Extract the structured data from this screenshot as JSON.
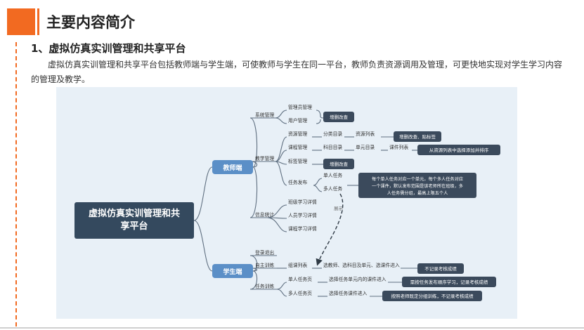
{
  "page": {
    "title": "主要内容简介",
    "section_title": "1、虚拟仿真实训管理和共享平台",
    "intro": "虚拟仿真实训管理和共享平台包括教师端与学生端，可使教师与学生在同一平台，教师负责资源调用及管理，可更快地实现对学生学习内容的管理及教学。"
  },
  "diagram": {
    "root": "虚拟仿真实训管理和共享平台",
    "teacher": {
      "label": "教师端",
      "sys": "系统管理",
      "admin_mgmt": "管理员管理",
      "user_mgmt": "用户管理",
      "sys_note": "增删改查",
      "teach": "教学管理",
      "res_mgmt": "资源管理",
      "cat_dir": "分类目录",
      "res_list": "资源列表",
      "res_note": "增删改查、贴标签",
      "course_mgmt": "课程管理",
      "subj_dir": "科目目录",
      "unit_dir": "单元目录",
      "course_list": "课件列表",
      "course_note": "从资源列表中选择添加并排序",
      "tag_mgmt": "标签管理",
      "tag_note": "增删改查",
      "task_pub": "任务发布",
      "single_task": "单人任务",
      "multi_task": "多人任务",
      "task_note_1": "每个单人任务对应一个单元，每个多人任务对应",
      "task_note_2": "一个课件，默认发布范围是该老师所在班级，多",
      "task_note_3": "人任务需分组，最高上限五个人",
      "info": "信息统计",
      "class_detail": "班级学习详情",
      "person_detail": "人员学习详情",
      "course_detail": "课程学习详情",
      "show_label": "展示"
    },
    "student": {
      "label": "学生端",
      "login": "登录退出",
      "self_train": "自主训练",
      "org_list": "组课列表",
      "org_desc": "选教师、选科目及单元、选课件进入",
      "org_note": "不记录考核成绩",
      "task_train": "任务训练",
      "single_page": "单人任务页",
      "single_desc": "选择任务单元内的课件进入",
      "single_note": "需按任务发布顺序学习，记录考核成绩",
      "multi_page": "多人任务页",
      "multi_desc": "选择任务课件进入",
      "multi_note": "按照老师既定分组训练，不记录考核成绩"
    },
    "colors": {
      "accent": "#f26a21",
      "root_bg": "#34495e",
      "branch_bg": "#5b8fc7",
      "note_bg": "#3b4a5c",
      "line": "#5f6f80",
      "background": "#e8f0f7"
    }
  }
}
